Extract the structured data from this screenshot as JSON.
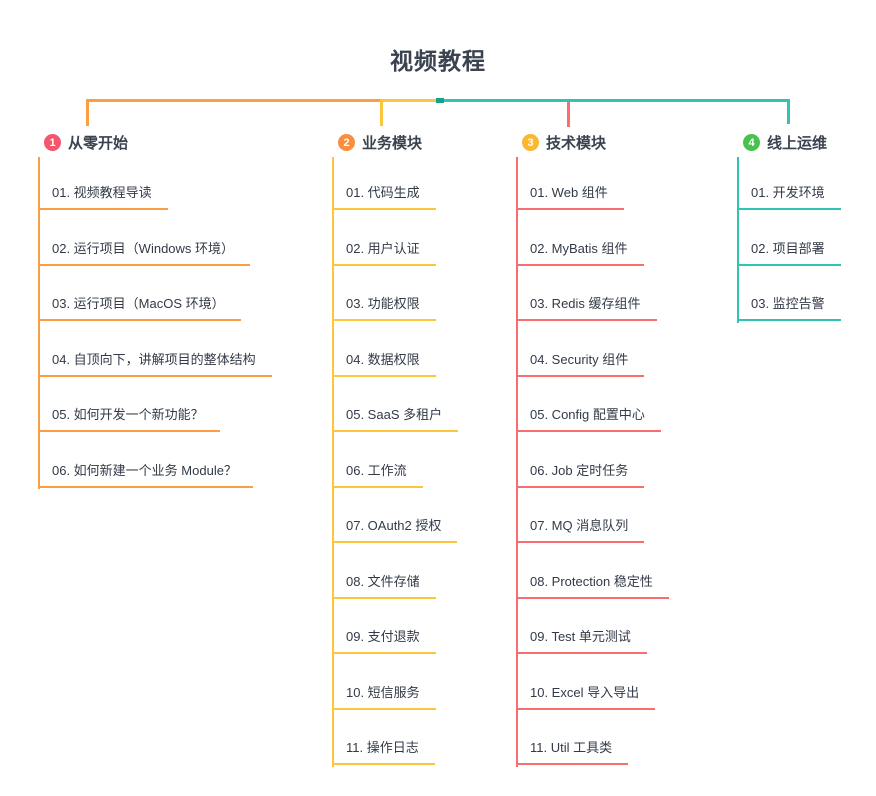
{
  "title": "视频教程",
  "connector": {
    "junction_color": "#16a284"
  },
  "branches": [
    {
      "number": "1",
      "label": "从零开始",
      "badge_color": "#f4566c",
      "line_color": "#fb9e45",
      "items": [
        "01. 视频教程导读",
        "02. 运行项目（Windows 环境）",
        "03. 运行项目（MacOS 环境）",
        "04. 自顶向下，讲解项目的整体结构",
        "05. 如何开发一个新功能？",
        "06. 如何新建一个业务 Module？"
      ]
    },
    {
      "number": "2",
      "label": "业务模块",
      "badge_color": "#f98f3e",
      "line_color": "#fdc53c",
      "items": [
        "01. 代码生成",
        "02. 用户认证",
        "03. 功能权限",
        "04. 数据权限",
        "05. SaaS 多租户",
        "06. 工作流",
        "07. OAuth2 授权",
        "08. 文件存储",
        "09. 支付退款",
        "10. 短信服务",
        "11. 操作日志"
      ]
    },
    {
      "number": "3",
      "label": "技术模块",
      "badge_color": "#fbb72e",
      "line_color": "#f76e6e",
      "items": [
        "01. Web 组件",
        "02. MyBatis 组件",
        "03. Redis 缓存组件",
        "04. Security 组件",
        "05. Config 配置中心",
        "06. Job 定时任务",
        "07. MQ 消息队列",
        "08. Protection 稳定性",
        "09. Test 单元测试",
        "10. Excel 导入导出",
        "11. Util 工具类"
      ]
    },
    {
      "number": "4",
      "label": "线上运维",
      "badge_color": "#49c150",
      "line_color": "#2ec3b2",
      "items": [
        "01. 开发环境",
        "02. 项目部署",
        "03. 监控告警"
      ]
    }
  ]
}
